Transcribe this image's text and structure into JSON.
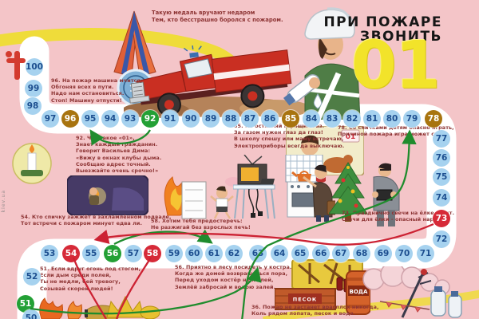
{
  "poster": {
    "title_line1": "ПРИ ПОЖАРЕ",
    "title_line2": "ЗВОНИТЬ",
    "emergency_number": "01",
    "medal_caption": "Такую медаль вручают недаром\nТем, кто бесстрашно боролся с пожаром.",
    "watermark": "kiev.ua"
  },
  "palette": {
    "background": "#f4c5c8",
    "path_band": "#ffffff",
    "road_yellow": "#efdc3a",
    "arrow_green": "#1f8c2d",
    "arrow_red": "#cc2233",
    "title_yellow": "#f2e32a",
    "cell": {
      "blue": {
        "bg": "#a6d2ef",
        "fg": "#1c4e8f"
      },
      "green": {
        "bg": "#23a035",
        "fg": "#ffffff"
      },
      "red": {
        "bg": "#d62a38",
        "fg": "#ffffff"
      },
      "brown": {
        "bg": "#a8740f",
        "fg": "#ffffff"
      }
    }
  },
  "labels": {
    "call_sign": "01",
    "water_barrel": "ВОДА",
    "sand_box": "ПЕСОК"
  },
  "rhymes": [
    {
      "id": "r96",
      "text": "96. На пожар машина мчится,\nОбгоняя всех в пути.\nНадо нам остановиться.\nСтоп! Машину отпусти!"
    },
    {
      "id": "r92",
      "text": "92. Что такое «01»,\nЗнает каждый гражданин.\nГоворит Васильев Дима:\n«Вижу в окнах клубы дыма.\nСообщаю адрес точный.\nВыезжайте очень срочно!»"
    },
    {
      "id": "r85",
      "text": "85. Не оставляй горящим газ.\nЗа газом нужен глаз да глаз!\nВ школу спешу или маму встречаю,\nЭлектроприборы всегда выключаю."
    },
    {
      "id": "r78",
      "text": "78. Со спичками детям опасно играть,\nПричиной пожара игра может стать."
    },
    {
      "id": "r73",
      "text": "73. Празднично свечи на ёлке горят.\nСвечи для ёлки - опасный наряд!"
    },
    {
      "id": "r54",
      "text": "54. Кто спичку зажжёт в захламлённом подвале,\nТот встречи с пожаром минует едва ли."
    },
    {
      "id": "r58",
      "text": "58. Хотим тебя предостеречь:\nНе разжигай без взрослых печь!"
    },
    {
      "id": "r51",
      "text": "51. Если вдруг огонь под стогом,\nЕсли дым среди полей,\nТы не медли, бей тревогу,\nСозывай скорей людей!"
    },
    {
      "id": "r56",
      "text": "56. Приятно в лесу посидеть у костра.\nКогда же домой возвращаться пора,\nПеред уходом костёр не жалей,\nЗемлёй забросай и водою залей."
    },
    {
      "id": "r36",
      "text": "36. Пожар не застанет врасплох никогда,\nКоль рядом лопата, песок и вода."
    }
  ],
  "board": {
    "cells": [
      {
        "n": "100",
        "type": "blue"
      },
      {
        "n": "99",
        "type": "blue"
      },
      {
        "n": "98",
        "type": "blue"
      },
      {
        "n": "97",
        "type": "blue"
      },
      {
        "n": "96",
        "type": "brown"
      },
      {
        "n": "95",
        "type": "blue"
      },
      {
        "n": "94",
        "type": "blue"
      },
      {
        "n": "93",
        "type": "blue"
      },
      {
        "n": "92",
        "type": "green"
      },
      {
        "n": "91",
        "type": "blue"
      },
      {
        "n": "90",
        "type": "blue"
      },
      {
        "n": "89",
        "type": "blue"
      },
      {
        "n": "88",
        "type": "blue"
      },
      {
        "n": "87",
        "type": "blue"
      },
      {
        "n": "86",
        "type": "blue"
      },
      {
        "n": "85",
        "type": "brown"
      },
      {
        "n": "84",
        "type": "blue"
      },
      {
        "n": "83",
        "type": "blue"
      },
      {
        "n": "82",
        "type": "blue"
      },
      {
        "n": "81",
        "type": "blue"
      },
      {
        "n": "80",
        "type": "blue"
      },
      {
        "n": "79",
        "type": "blue"
      },
      {
        "n": "78",
        "type": "brown"
      },
      {
        "n": "77",
        "type": "blue"
      },
      {
        "n": "76",
        "type": "blue"
      },
      {
        "n": "75",
        "type": "blue"
      },
      {
        "n": "74",
        "type": "blue"
      },
      {
        "n": "73",
        "type": "red"
      },
      {
        "n": "72",
        "type": "blue"
      },
      {
        "n": "71",
        "type": "blue"
      },
      {
        "n": "70",
        "type": "blue"
      },
      {
        "n": "69",
        "type": "blue"
      },
      {
        "n": "68",
        "type": "blue"
      },
      {
        "n": "67",
        "type": "blue"
      },
      {
        "n": "66",
        "type": "blue"
      },
      {
        "n": "65",
        "type": "blue"
      },
      {
        "n": "64",
        "type": "blue"
      },
      {
        "n": "63",
        "type": "blue"
      },
      {
        "n": "62",
        "type": "blue"
      },
      {
        "n": "61",
        "type": "blue"
      },
      {
        "n": "60",
        "type": "blue"
      },
      {
        "n": "59",
        "type": "blue"
      },
      {
        "n": "58",
        "type": "red"
      },
      {
        "n": "57",
        "type": "blue"
      },
      {
        "n": "56",
        "type": "green"
      },
      {
        "n": "55",
        "type": "blue"
      },
      {
        "n": "54",
        "type": "red"
      },
      {
        "n": "53",
        "type": "blue"
      },
      {
        "n": "52",
        "type": "blue"
      },
      {
        "n": "51",
        "type": "green"
      },
      {
        "n": "50",
        "type": "blue"
      }
    ]
  }
}
